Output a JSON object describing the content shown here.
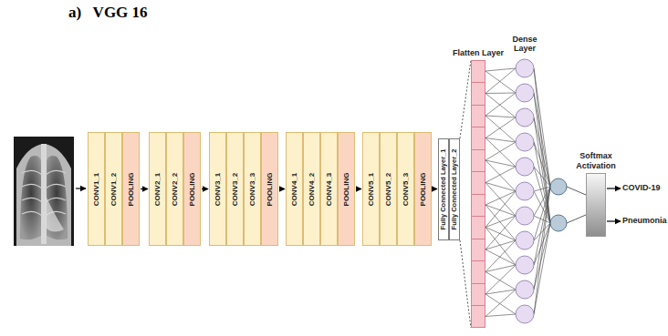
{
  "diagram": {
    "title": "a)   VGG 16",
    "nodes": [
      {
        "text": [
          "CONV1_1"
        ]
      },
      {
        "text": [
          "CONV1_2"
        ]
      },
      {
        "text": [
          "POOLING"
        ]
      },
      {
        "text": [
          "CONV2_1"
        ]
      },
      {
        "text": [
          "CONV2_2"
        ]
      },
      {
        "text": [
          "POOLING"
        ]
      },
      {
        "text": [
          "CONV3_1"
        ]
      },
      {
        "text": [
          "CONV3_2"
        ]
      },
      {
        "text": [
          "CONV3_3"
        ]
      },
      {
        "text": [
          "POOLING"
        ]
      },
      {
        "text": [
          "CONV4_1"
        ]
      },
      {
        "text": [
          "CONV4_2"
        ]
      },
      {
        "text": [
          "CONV4_3"
        ]
      },
      {
        "text": [
          "POOLING"
        ]
      },
      {
        "text": [
          "CONV5_1"
        ]
      },
      {
        "text": [
          "CONV5_2"
        ]
      },
      {
        "text": [
          "CONV5_3"
        ]
      },
      {
        "text": [
          "POOLING"
        ]
      },
      {
        "text": [
          "Fully Connected Layer_1"
        ]
      },
      {
        "text": [
          "Fully Connected Layer_2"
        ]
      },
      {
        "text": [
          "Flatten Layer"
        ]
      },
      {
        "text": [
          "Softmax Activation"
        ]
      }
    ],
    "edges": [
      {
        "from": 2,
        "to": 3,
        "arrow": "to"
      },
      {
        "from": 5,
        "to": 6,
        "arrow": "to"
      },
      {
        "from": 9,
        "to": 10,
        "arrow": "to"
      },
      {
        "from": 13,
        "to": 14,
        "arrow": "to"
      },
      {
        "from": 17,
        "to": 18,
        "arrow": "to"
      },
      {
        "from": 19,
        "to": 20,
        "arrow": "none"
      }
    ],
    "labels": [
      "Dense Layer",
      "COVID-19",
      "Pneumonia"
    ]
  }
}
